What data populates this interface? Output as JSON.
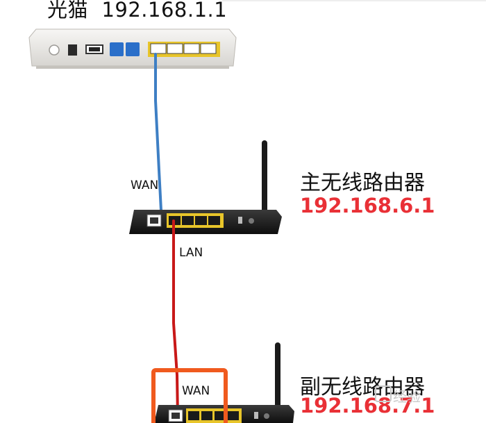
{
  "title": {
    "modem_label": "光猫",
    "modem_ip": "192.168.1.1"
  },
  "main_router": {
    "name": "主无线路由器",
    "ip": "192.168.6.1",
    "wan_label": "WAN",
    "lan_label": "LAN"
  },
  "secondary_router": {
    "name": "副无线路由器",
    "ip": "192.168.7.1",
    "wan_label": "WAN"
  },
  "watermark": {
    "text": "经验"
  },
  "colors": {
    "ip_red": "#e93036",
    "cable_blue": "#3e7fc4",
    "cable_red": "#c81818",
    "highlight_orange": "#f05a1e",
    "port_yellow": "#e8c52a",
    "port_blue": "#2a6fc9",
    "router_black": "#1e1e1e",
    "modem_white": "#ecebe8"
  }
}
